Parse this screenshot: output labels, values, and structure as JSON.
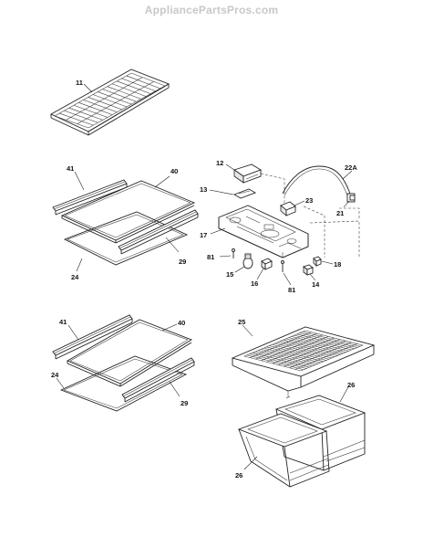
{
  "watermark": "AppliancePartsPros.com",
  "callouts": {
    "wire_shelf": "11",
    "trim_top_1": "41",
    "glass_top_1": "40",
    "fan_cover": "12",
    "gasket": "13",
    "wire_harness": "22A",
    "switch": "23",
    "housing": "17",
    "socket": "21",
    "screw_left": "81",
    "bulb": "15",
    "knob_small": "16",
    "knob_right": "18",
    "knob_bottom": "14",
    "screw_bottom": "81",
    "frame_top": "24",
    "trim_front_1": "29",
    "trim_top_2": "41",
    "glass_top_2": "40",
    "frame_bottom": "24",
    "trim_front_2": "29",
    "crisper_cover": "25",
    "pan_right": "26",
    "pan_left": "26"
  }
}
